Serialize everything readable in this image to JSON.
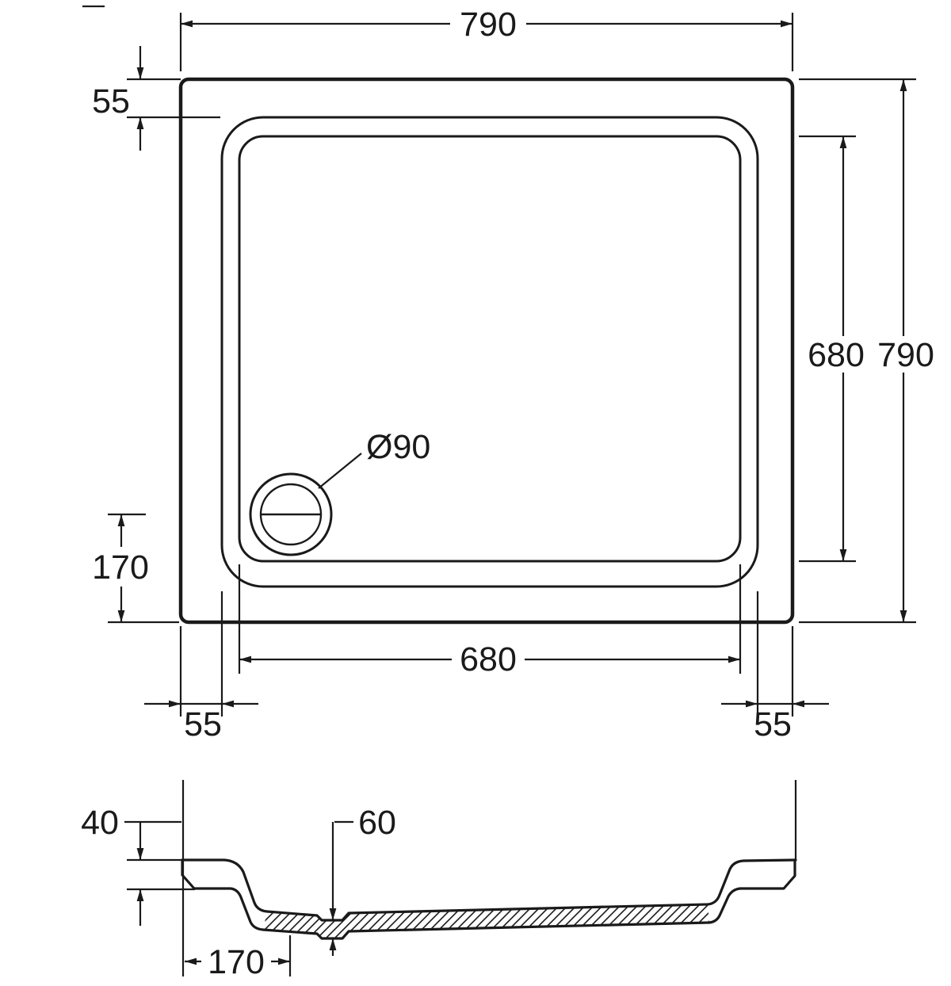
{
  "colors": {
    "ink": "#1a1a1a",
    "paper": "#ffffff"
  },
  "plan_view": {
    "dim_overall_width_top": "790",
    "dim_rim_offset_top": "55",
    "dim_inner_length_right": "680",
    "dim_overall_height_right": "790",
    "dim_drain_offset_bottom": "170",
    "drain_diameter_label": "Ø90",
    "dim_inner_width_bottom": "680",
    "dim_rim_offset_bottom_left": "55",
    "dim_rim_offset_bottom_right": "55"
  },
  "section_view": {
    "dim_rim_height": "40",
    "dim_depth_at_drain": "60",
    "dim_drain_offset_left": "170"
  }
}
